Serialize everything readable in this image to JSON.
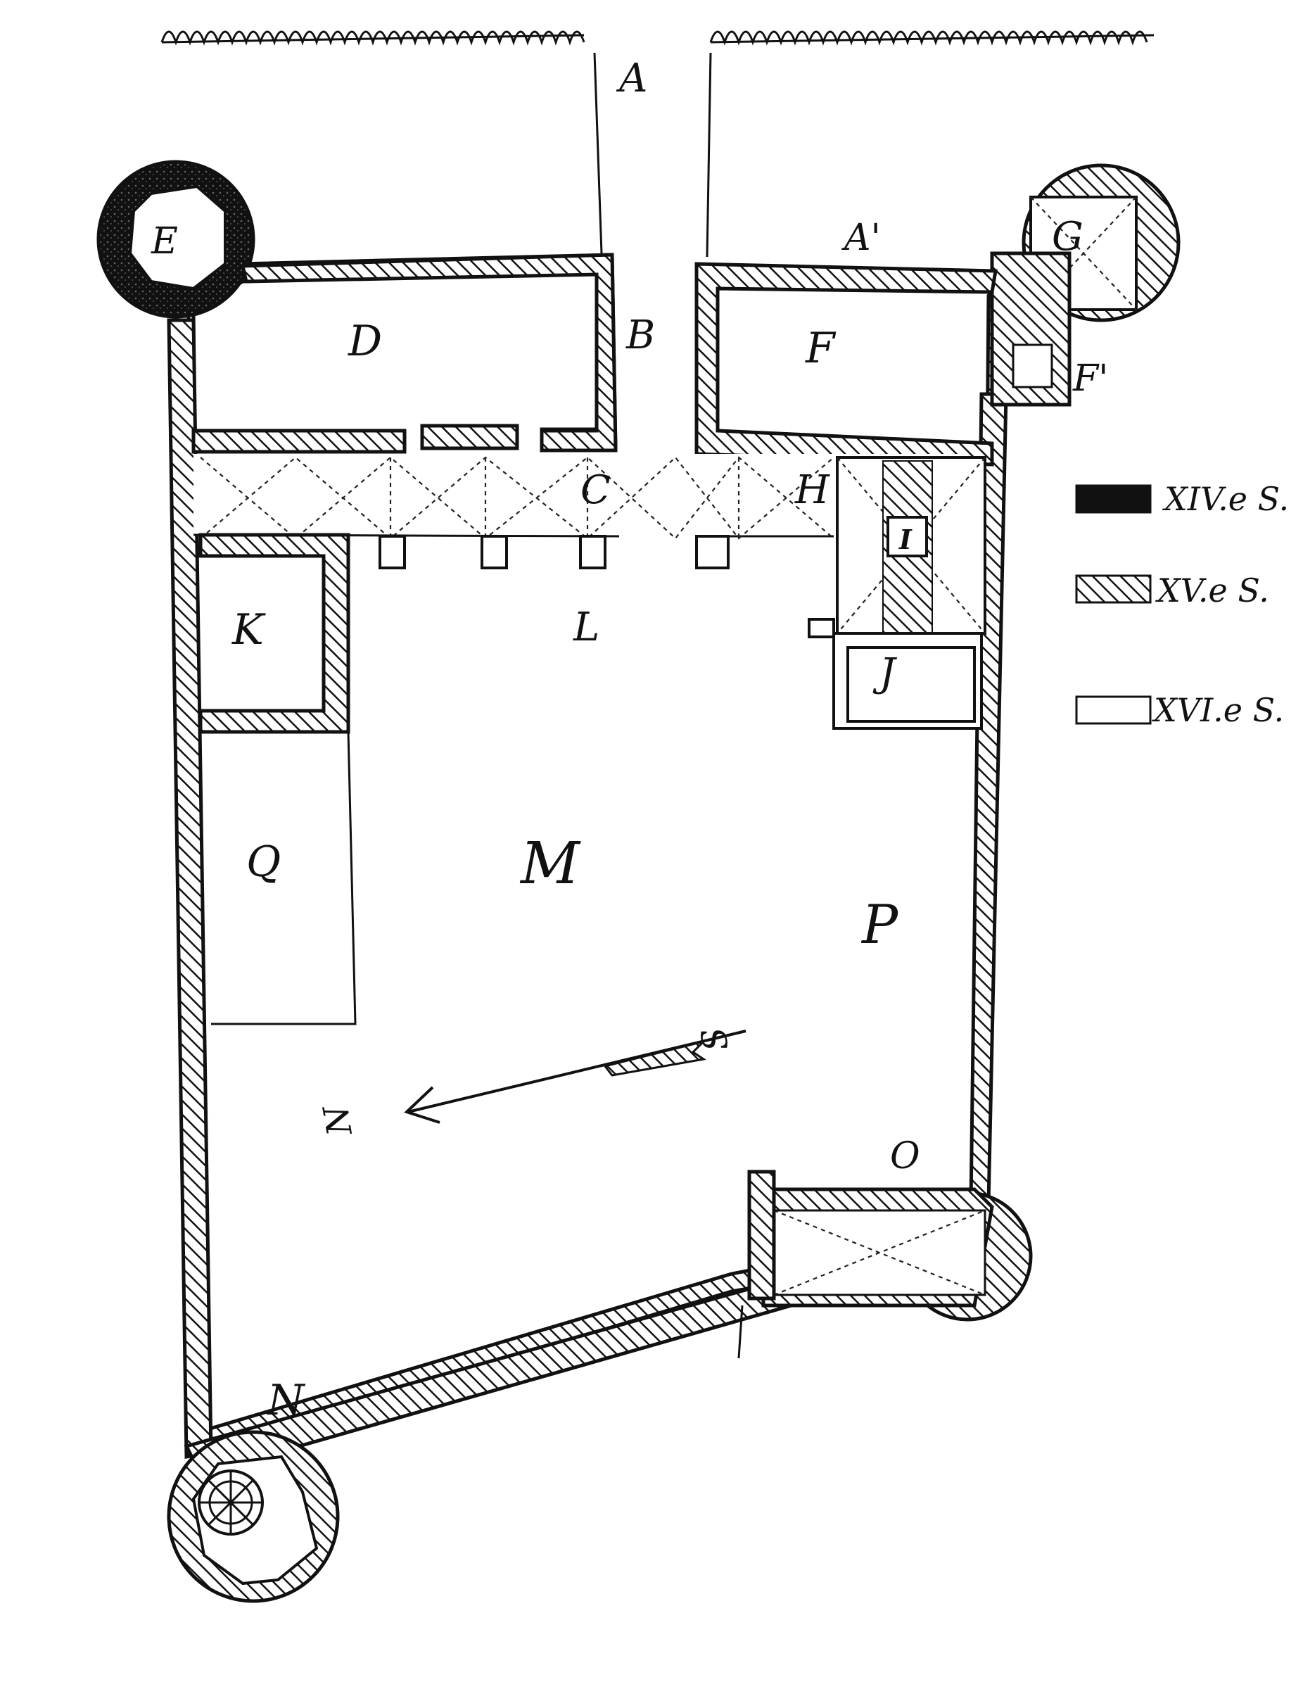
{
  "labels": {
    "A": "A",
    "A_prime": "A'",
    "B": "B",
    "C": "C",
    "D": "D",
    "E": "E",
    "F": "F",
    "F_prime": "F'",
    "G": "G",
    "H": "H",
    "I": "I",
    "J": "J",
    "K": "K",
    "L": "L",
    "M": "M",
    "N": "N",
    "O": "O",
    "P": "P",
    "Q": "Q"
  },
  "compass": {
    "north": "N",
    "south": "S"
  },
  "legend": [
    {
      "label": "XIV.e S.",
      "style": "solid-black"
    },
    {
      "label": "XV.e S.",
      "style": "hatched"
    },
    {
      "label": "XVI.e S.",
      "style": "open"
    }
  ],
  "colors": {
    "ink": "#111111",
    "paper": "#ffffff"
  }
}
